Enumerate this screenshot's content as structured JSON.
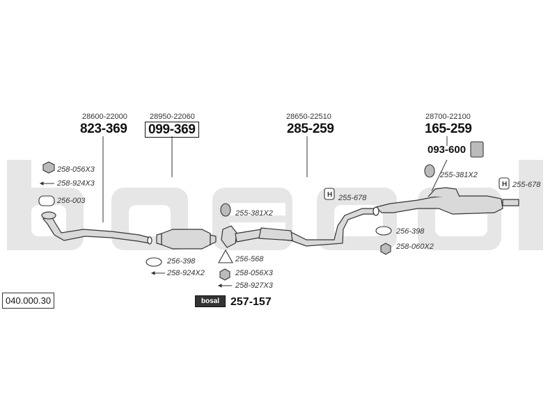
{
  "diagram_number": "040.000.30",
  "brand": "bosal",
  "brand_part_number": "257-157",
  "sections": [
    {
      "oe_number": "28600-22000",
      "part_number": "823-369",
      "boxed": false
    },
    {
      "oe_number": "28950-22060",
      "part_number": "099-369",
      "boxed": true
    },
    {
      "oe_number": "28650-22510",
      "part_number": "285-259",
      "boxed": false
    },
    {
      "oe_number": "28700-22100",
      "part_number": "165-259",
      "boxed": false
    }
  ],
  "bracket_part_number": "093-600",
  "accessories": [
    {
      "label": "258-056X3",
      "icon": "nut-icon"
    },
    {
      "label": "258-924X3",
      "icon": "bolt-icon"
    },
    {
      "label": "256-003",
      "icon": "gasket-icon"
    },
    {
      "label": "256-398",
      "icon": "gasket-icon"
    },
    {
      "label": "258-924X2",
      "icon": "bolt-icon"
    },
    {
      "label": "255-381X2",
      "icon": "rubber-mount-icon"
    },
    {
      "label": "256-568",
      "icon": "gasket-icon"
    },
    {
      "label": "258-056X3",
      "icon": "nut-icon"
    },
    {
      "label": "258-927X3",
      "icon": "bolt-icon"
    },
    {
      "label": "255-678",
      "icon": "hanger-icon"
    },
    {
      "label": "255-381X2",
      "icon": "rubber-mount-icon"
    },
    {
      "label": "255-678",
      "icon": "hanger-icon"
    },
    {
      "label": "256-398",
      "icon": "gasket-icon"
    },
    {
      "label": "258-060X2",
      "icon": "nut-icon"
    }
  ],
  "colors": {
    "watermark": "#e6e6e6",
    "line": "#333333",
    "part_fill": "#d9d9d9"
  }
}
